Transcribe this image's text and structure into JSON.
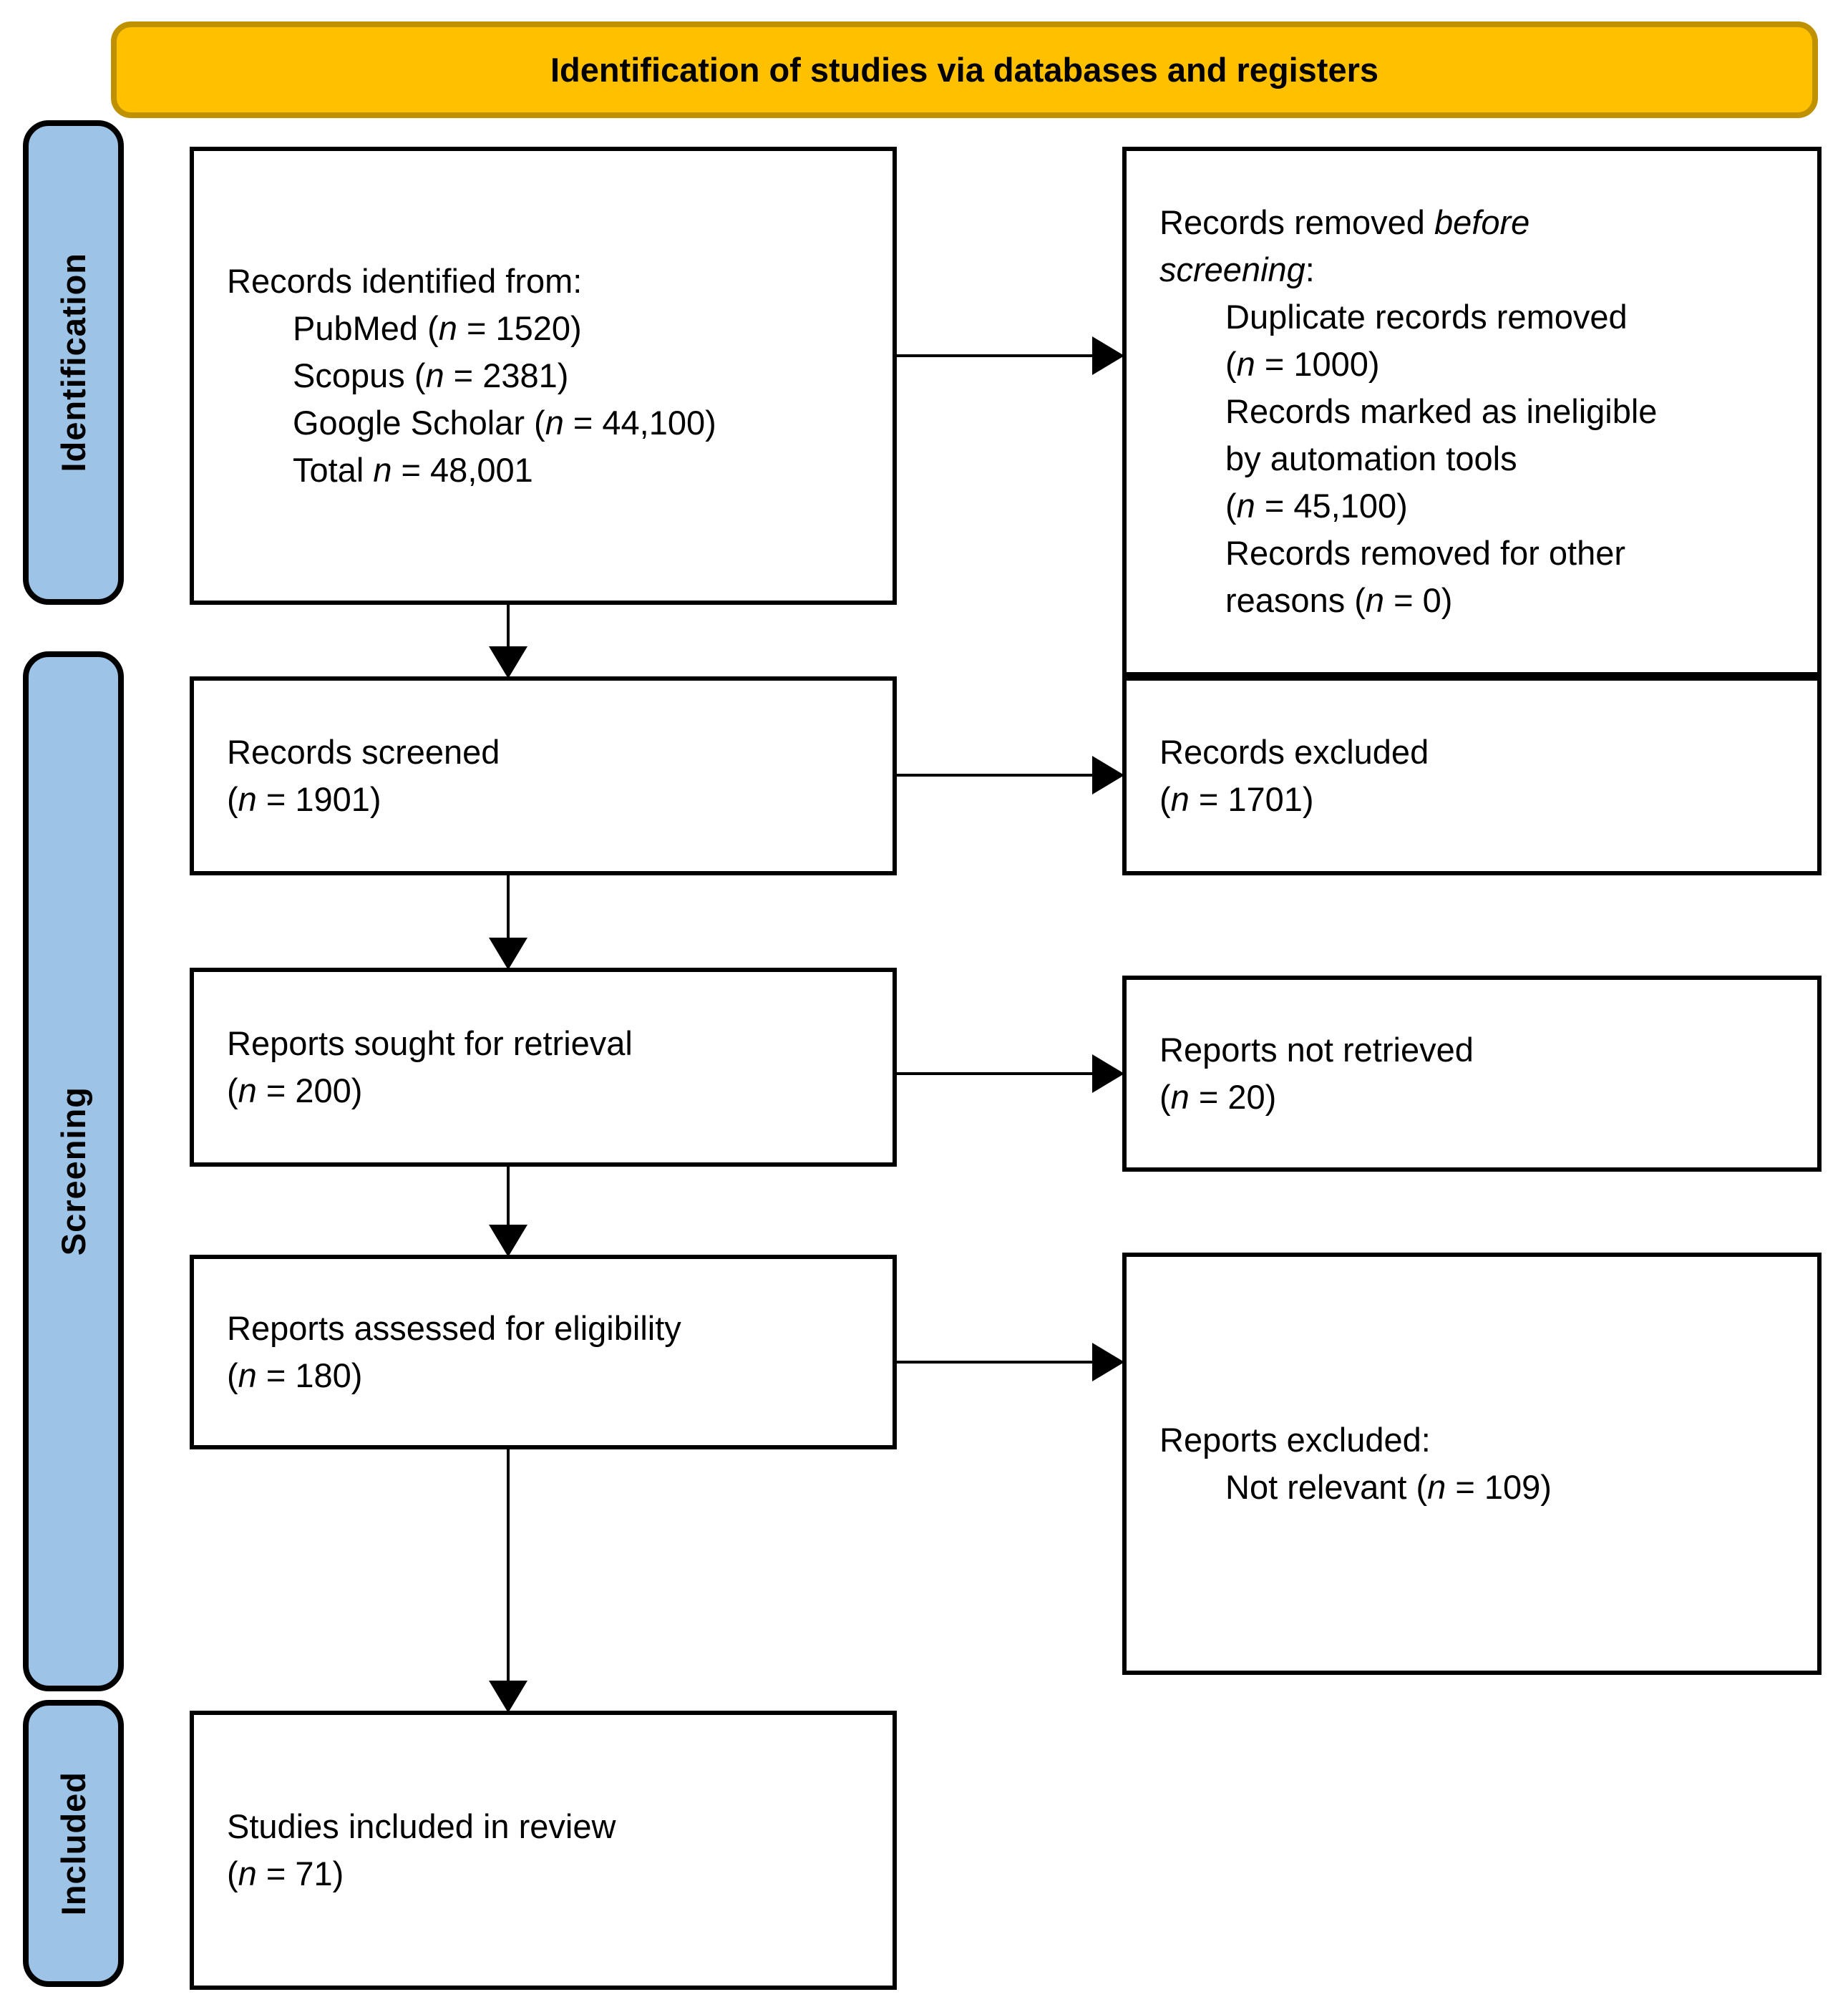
{
  "colors": {
    "banner_fill": "#FFC000",
    "banner_border": "#BF9000",
    "stage_fill": "#9DC3E6",
    "box_border": "#000000"
  },
  "header": {
    "title": "Identification of studies via databases and registers"
  },
  "sidebar": {
    "items": [
      {
        "id": "identification",
        "label": "Identification"
      },
      {
        "id": "screening",
        "label": "Screening"
      },
      {
        "id": "included",
        "label": "Included"
      }
    ]
  },
  "flow": {
    "identified": {
      "lines": [
        {
          "seg": [
            {
              "t": "Records identified from:"
            }
          ]
        },
        {
          "indent": true,
          "seg": [
            {
              "t": "PubMed ("
            },
            {
              "t": "n",
              "i": true
            },
            {
              "t": " = 1520)"
            }
          ]
        },
        {
          "indent": true,
          "seg": [
            {
              "t": "Scopus ("
            },
            {
              "t": "n",
              "i": true
            },
            {
              "t": " = 2381)"
            }
          ]
        },
        {
          "indent": true,
          "seg": [
            {
              "t": "Google Scholar ("
            },
            {
              "t": "n",
              "i": true
            },
            {
              "t": " = 44,100)"
            }
          ]
        },
        {
          "indent": true,
          "seg": [
            {
              "t": "Total "
            },
            {
              "t": "n",
              "i": true
            },
            {
              "t": " = 48,001"
            }
          ]
        }
      ]
    },
    "removed": {
      "lines": [
        {
          "seg": [
            {
              "t": "Records removed "
            },
            {
              "t": "before",
              "i": true
            }
          ]
        },
        {
          "seg": [
            {
              "t": "screening",
              "i": true
            },
            {
              "t": ":"
            }
          ]
        },
        {
          "indent": true,
          "seg": [
            {
              "t": "Duplicate records removed"
            }
          ]
        },
        {
          "indent": true,
          "seg": [
            {
              "t": "("
            },
            {
              "t": "n",
              "i": true
            },
            {
              "t": " = 1000)"
            }
          ]
        },
        {
          "indent": true,
          "seg": [
            {
              "t": "Records marked as ineligible"
            }
          ]
        },
        {
          "indent": true,
          "seg": [
            {
              "t": "by automation tools"
            }
          ]
        },
        {
          "indent": true,
          "seg": [
            {
              "t": "("
            },
            {
              "t": "n",
              "i": true
            },
            {
              "t": " = 45,100)"
            }
          ]
        },
        {
          "indent": true,
          "seg": [
            {
              "t": "Records removed for other"
            }
          ]
        },
        {
          "indent": true,
          "seg": [
            {
              "t": "reasons ("
            },
            {
              "t": "n",
              "i": true
            },
            {
              "t": " = 0)"
            }
          ]
        }
      ]
    },
    "screened": {
      "lines": [
        {
          "seg": [
            {
              "t": "Records screened"
            }
          ]
        },
        {
          "seg": [
            {
              "t": "("
            },
            {
              "t": "n",
              "i": true
            },
            {
              "t": " = 1901)"
            }
          ]
        }
      ]
    },
    "excluded": {
      "lines": [
        {
          "seg": [
            {
              "t": "Records excluded"
            }
          ]
        },
        {
          "seg": [
            {
              "t": "("
            },
            {
              "t": "n",
              "i": true
            },
            {
              "t": " = 1701)"
            }
          ]
        }
      ]
    },
    "sought": {
      "lines": [
        {
          "seg": [
            {
              "t": "Reports sought for retrieval"
            }
          ]
        },
        {
          "seg": [
            {
              "t": "("
            },
            {
              "t": "n",
              "i": true
            },
            {
              "t": " = 200)"
            }
          ]
        }
      ]
    },
    "not_retrieved": {
      "lines": [
        {
          "seg": [
            {
              "t": "Reports not retrieved"
            }
          ]
        },
        {
          "seg": [
            {
              "t": "("
            },
            {
              "t": "n",
              "i": true
            },
            {
              "t": " = 20)"
            }
          ]
        }
      ]
    },
    "assessed": {
      "lines": [
        {
          "seg": [
            {
              "t": "Reports assessed for eligibility"
            }
          ]
        },
        {
          "seg": [
            {
              "t": "("
            },
            {
              "t": "n",
              "i": true
            },
            {
              "t": " = 180)"
            }
          ]
        }
      ]
    },
    "reports_excluded": {
      "lines": [
        {
          "seg": [
            {
              "t": "Reports excluded:"
            }
          ]
        },
        {
          "indent": true,
          "seg": [
            {
              "t": "Not relevant ("
            },
            {
              "t": "n",
              "i": true
            },
            {
              "t": " = 109)"
            }
          ]
        }
      ]
    },
    "included": {
      "lines": [
        {
          "seg": [
            {
              "t": "Studies included in review"
            }
          ]
        },
        {
          "seg": [
            {
              "t": "("
            },
            {
              "t": "n",
              "i": true
            },
            {
              "t": " = 71)"
            }
          ]
        }
      ]
    }
  }
}
